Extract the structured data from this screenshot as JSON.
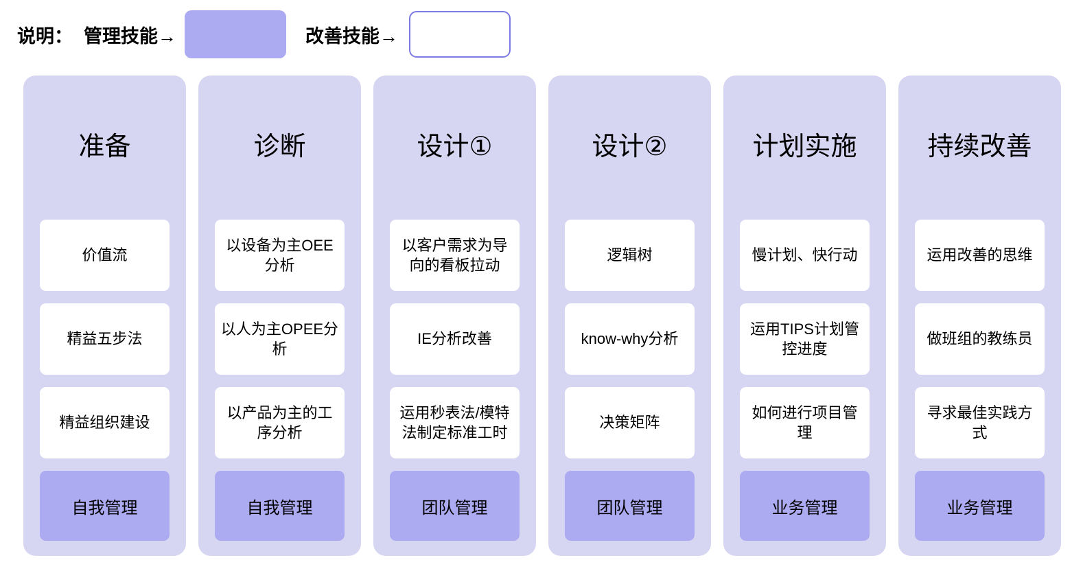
{
  "legend": {
    "prefix": "说明：",
    "items": [
      {
        "label": "管理技能→",
        "swatch": "filled",
        "color": "#ACAAF0"
      },
      {
        "label": "改善技能→",
        "swatch": "outline",
        "color": "#FFFFFF",
        "border_color": "#7B7BE3"
      }
    ]
  },
  "colors": {
    "column_background": "#D6D5F2",
    "card_background": "#FFFFFF",
    "footer_card_background": "#ACAAF0",
    "page_background": "#FFFFFF",
    "text": "#000000"
  },
  "columns": [
    {
      "title": "准备",
      "cards": [
        "价值流",
        "精益五步法",
        "精益组织建设"
      ],
      "footer": "自我管理"
    },
    {
      "title": "诊断",
      "cards": [
        "以设备为主OEE分析",
        "以人为主OPEE分析",
        "以产品为主的工序分析"
      ],
      "footer": "自我管理"
    },
    {
      "title": "设计①",
      "cards": [
        "以客户需求为导向的看板拉动",
        "IE分析改善",
        "运用秒表法/模特法制定标准工时"
      ],
      "footer": "团队管理"
    },
    {
      "title": "设计②",
      "cards": [
        "逻辑树",
        "know-why分析",
        "决策矩阵"
      ],
      "footer": "团队管理"
    },
    {
      "title": "计划实施",
      "cards": [
        "慢计划、快行动",
        "运用TIPS计划管控进度",
        "如何进行项目管理"
      ],
      "footer": "业务管理"
    },
    {
      "title": "持续改善",
      "cards": [
        "运用改善的思维",
        "做班组的教练员",
        "寻求最佳实践方式"
      ],
      "footer": "业务管理"
    }
  ]
}
